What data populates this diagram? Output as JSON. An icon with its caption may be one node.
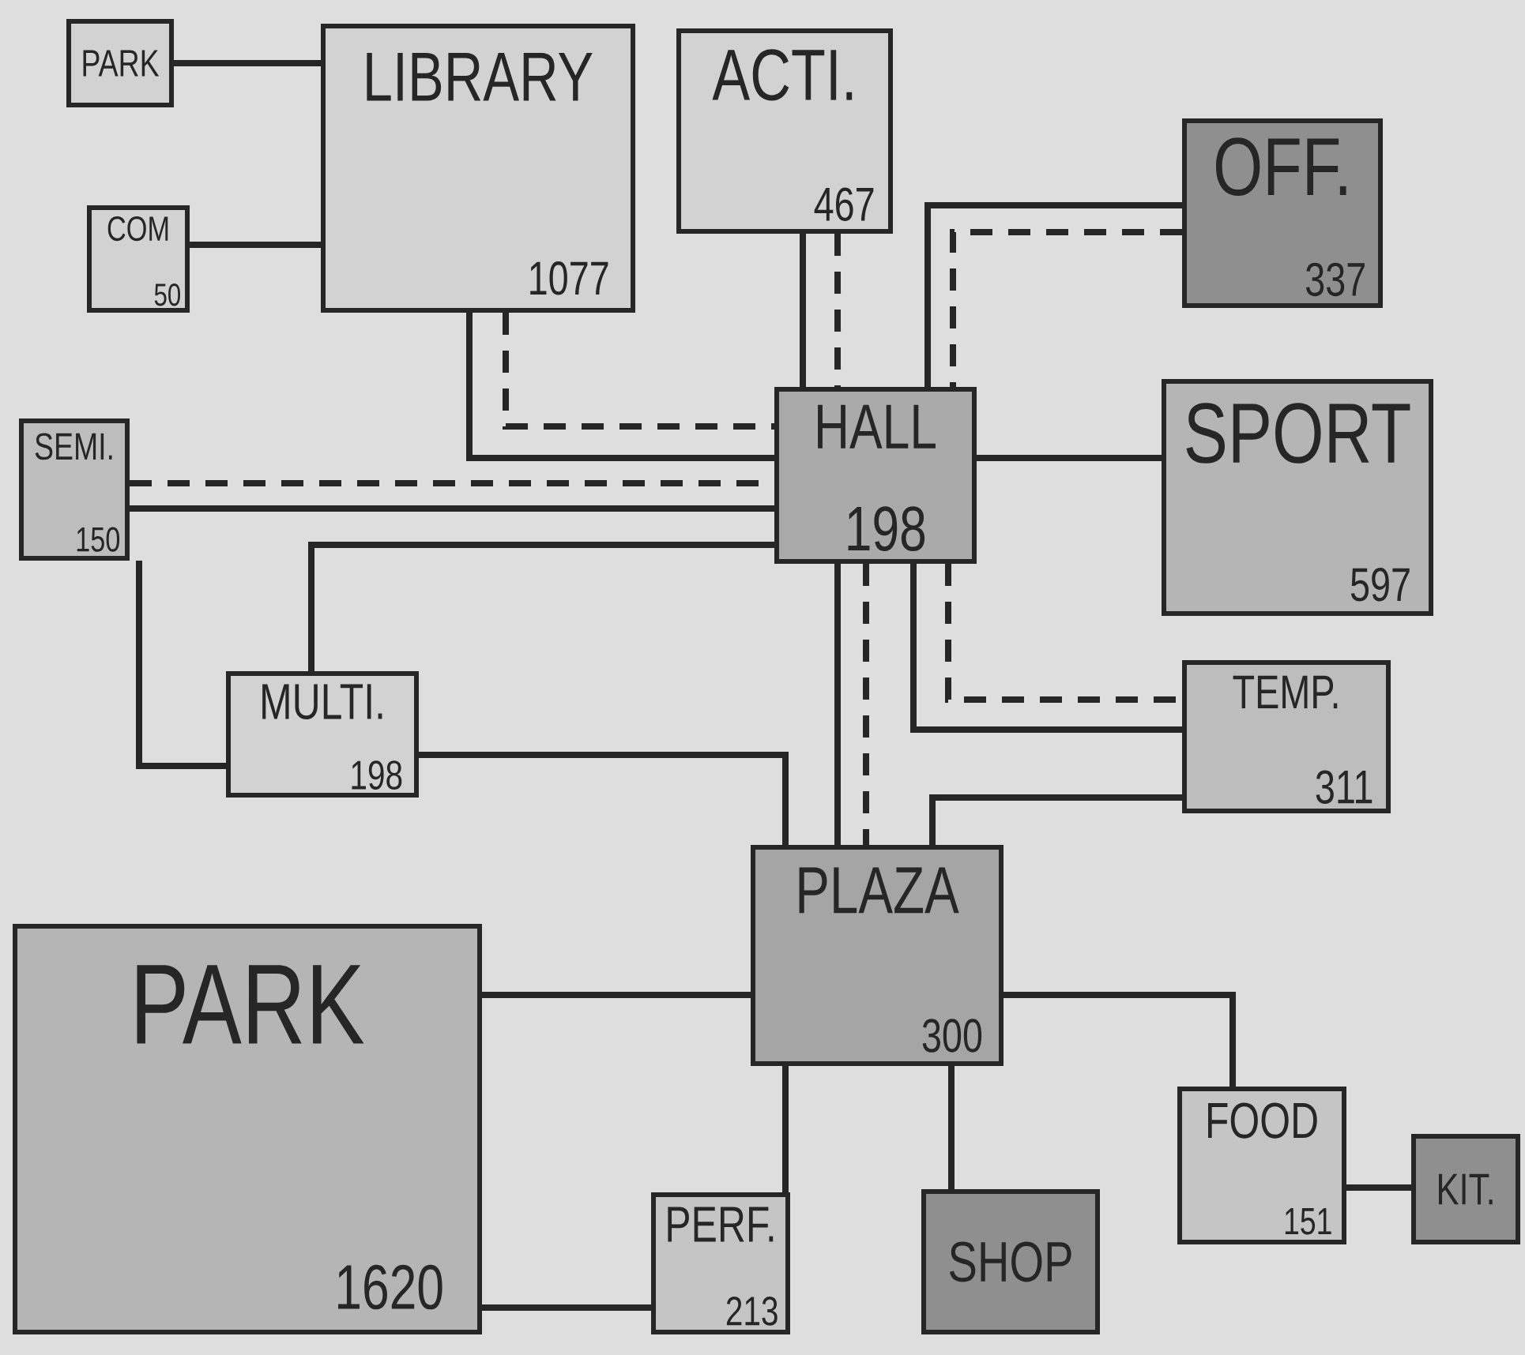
{
  "diagram": {
    "nodes": [
      {
        "text": [
          "PARK"
        ]
      },
      {
        "text": [
          "LIBRARY",
          "1077"
        ]
      },
      {
        "text": [
          "COM",
          "50"
        ]
      },
      {
        "text": [
          "ACTI.",
          "467"
        ]
      },
      {
        "text": [
          "OFF.",
          "337"
        ]
      },
      {
        "text": [
          "SEMI.",
          "150"
        ]
      },
      {
        "text": [
          "HALL",
          "198"
        ]
      },
      {
        "text": [
          "SPORT",
          "597"
        ]
      },
      {
        "text": [
          "MULTI.",
          "198"
        ]
      },
      {
        "text": [
          "TEMP.",
          "311"
        ]
      },
      {
        "text": [
          "PLAZA",
          "300"
        ]
      },
      {
        "text": [
          "PARK",
          "1620"
        ]
      },
      {
        "text": [
          "FOOD",
          "151"
        ]
      },
      {
        "text": [
          "KIT."
        ]
      },
      {
        "text": [
          "PERF.",
          "213"
        ]
      },
      {
        "text": [
          "SHOP"
        ]
      }
    ],
    "edges": [
      {
        "from": 0,
        "to": 1,
        "arrow": "none"
      },
      {
        "from": 2,
        "to": 1,
        "arrow": "none"
      },
      {
        "from": 1,
        "to": 6,
        "arrow": "none"
      },
      {
        "from": 1,
        "to": 6,
        "arrow": "none",
        "style": "dashed"
      },
      {
        "from": 3,
        "to": 6,
        "arrow": "none"
      },
      {
        "from": 3,
        "to": 6,
        "arrow": "none",
        "style": "dashed"
      },
      {
        "from": 4,
        "to": 6,
        "arrow": "none"
      },
      {
        "from": 4,
        "to": 6,
        "arrow": "none",
        "style": "dashed"
      },
      {
        "from": 5,
        "to": 6,
        "arrow": "none",
        "style": "dashed"
      },
      {
        "from": 5,
        "to": 6,
        "arrow": "none"
      },
      {
        "from": 5,
        "to": 8,
        "arrow": "none"
      },
      {
        "from": 6,
        "to": 8,
        "arrow": "none"
      },
      {
        "from": 6,
        "to": 7,
        "arrow": "none"
      },
      {
        "from": 6,
        "to": 9,
        "arrow": "none"
      },
      {
        "from": 6,
        "to": 9,
        "arrow": "none",
        "style": "dashed"
      },
      {
        "from": 6,
        "to": 10,
        "arrow": "none"
      },
      {
        "from": 6,
        "to": 10,
        "arrow": "none",
        "style": "dashed"
      },
      {
        "from": 8,
        "to": 10,
        "arrow": "none"
      },
      {
        "from": 9,
        "to": 10,
        "arrow": "none"
      },
      {
        "from": 10,
        "to": 11,
        "arrow": "none"
      },
      {
        "from": 11,
        "to": 14,
        "arrow": "none"
      },
      {
        "from": 10,
        "to": 14,
        "arrow": "none"
      },
      {
        "from": 10,
        "to": 15,
        "arrow": "none"
      },
      {
        "from": 10,
        "to": 12,
        "arrow": "none"
      },
      {
        "from": 12,
        "to": 13,
        "arrow": "none"
      }
    ]
  }
}
